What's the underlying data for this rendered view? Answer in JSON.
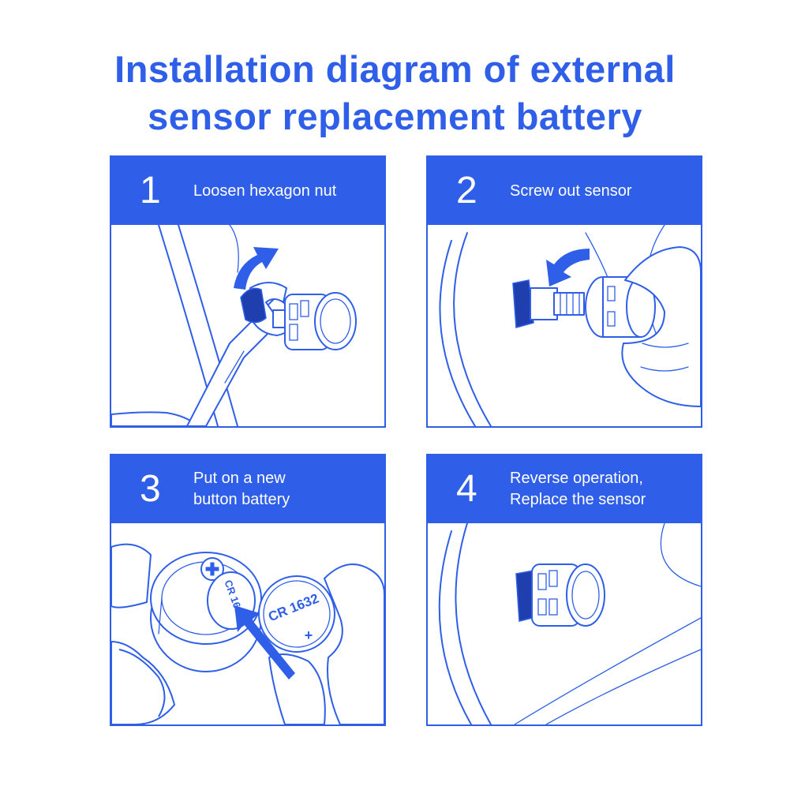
{
  "title": {
    "line1": "Installation diagram of external",
    "line2": "sensor replacement battery"
  },
  "steps": [
    {
      "number": "1",
      "lines": [
        "Loosen hexagon nut"
      ]
    },
    {
      "number": "2",
      "lines": [
        "Screw out sensor"
      ]
    },
    {
      "number": "3",
      "lines": [
        "Put on a new",
        "button battery"
      ]
    },
    {
      "number": "4",
      "lines": [
        "Reverse operation,",
        "Replace the sensor"
      ]
    }
  ],
  "battery_label": "CR 1632",
  "battery_label_holder": "CR 1632",
  "colors": {
    "accent": "#2f5fe8",
    "background": "#ffffff",
    "text_on_accent": "#ffffff"
  }
}
